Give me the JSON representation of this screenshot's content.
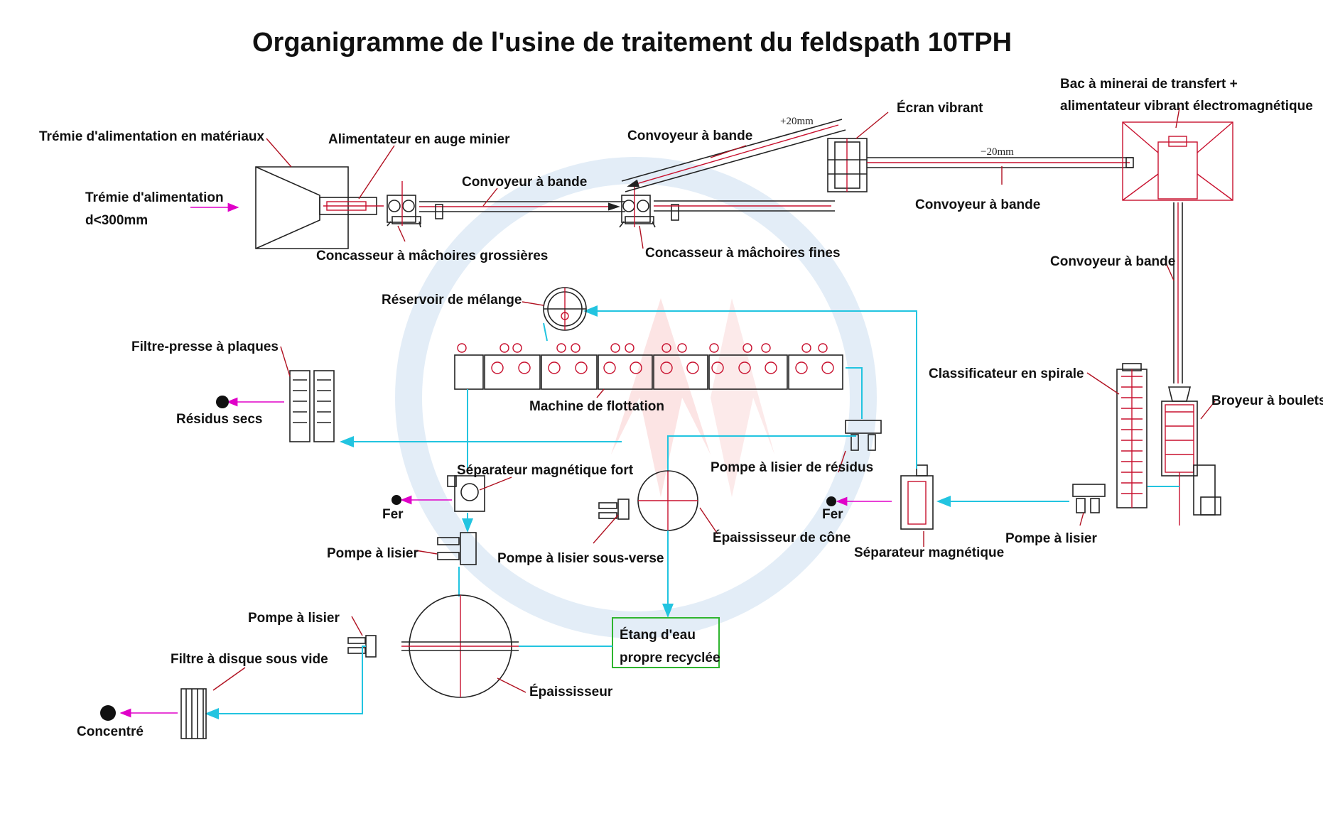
{
  "title": "Organigramme de l'usine de traitement du feldspath 10TPH",
  "labels": {
    "feed_hopper": "Trémie d'alimentation en matériaux",
    "feed_hopper_in_1": "Trémie d'alimentation",
    "feed_hopper_in_2": "d<300mm",
    "apron_feeder": "Alimentateur en auge minier",
    "belt_conveyor_1": "Convoyeur à bande",
    "belt_conveyor_2": "Convoyeur à bande",
    "belt_conveyor_3": "Convoyeur à bande",
    "belt_conveyor_4": "Convoyeur à bande",
    "coarse_jaw": "Concasseur à mâchoires grossières",
    "fine_jaw": "Concasseur à mâchoires fines",
    "vibrating_screen": "Écran vibrant",
    "plus20": "+20mm",
    "minus20": "−20mm",
    "bin_1": "Bac à minerai de transfert +",
    "bin_2": "alimentateur vibrant électromagnétique",
    "mixing_tank": "Réservoir de mélange",
    "filter_press": "Filtre-presse à plaques",
    "dry_tailings": "Résidus secs",
    "flotation": "Machine de flottation",
    "spiral_classifier": "Classificateur en spirale",
    "ball_mill": "Broyeur à boulets",
    "strong_magnetic": "Séparateur magnétique fort",
    "tailings_pump": "Pompe à lisier de résidus",
    "iron_1": "Fer",
    "iron_2": "Fer",
    "slurry_pump_1": "Pompe à lisier",
    "slurry_pump_2": "Pompe à lisier",
    "slurry_pump_3": "Pompe à lisier",
    "underflow_pump": "Pompe à lisier sous-verse",
    "cone_thickener": "Épaississeur de cône",
    "magnetic_separator": "Séparateur magnétique",
    "water_pond_1": "Étang d'eau",
    "water_pond_2": "propre recyclée",
    "thickener": "Épaississeur",
    "disc_filter": "Filtre à disque sous vide",
    "concentrate": "Concentré"
  },
  "colors": {
    "slurry_line": "#22c4e0",
    "product_arrow": "#e000c8",
    "leader": "#b01020",
    "equipment": "#222222",
    "pond_border": "#2fb52f"
  }
}
